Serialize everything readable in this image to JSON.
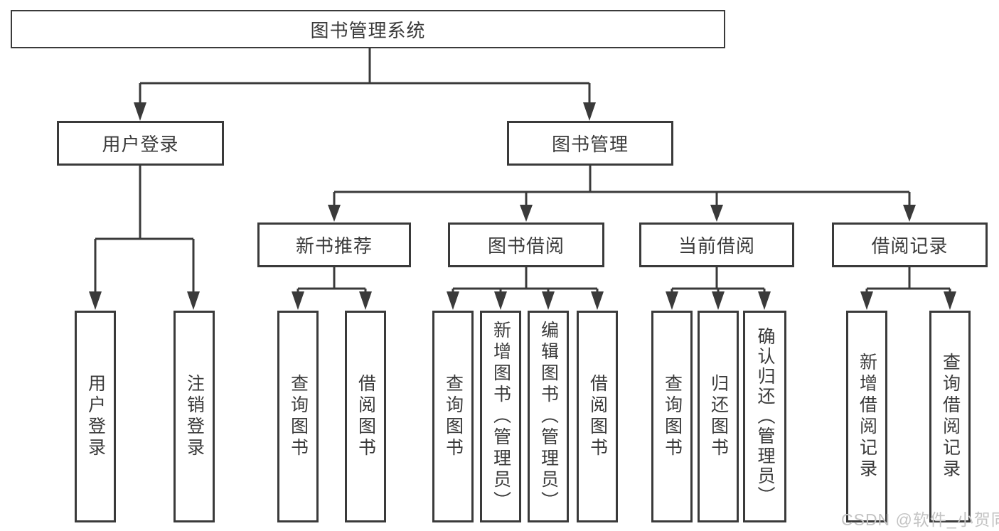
{
  "title": "图书管理系统",
  "watermark": "CSDN @软件_小贺同学",
  "colors": {
    "line": "#3a3a3a",
    "text": "#3a3a3a",
    "box_background": "#ffffff",
    "watermark": "#c3c3c3",
    "background": "#ffffff"
  },
  "tree": {
    "root": {
      "label": "图书管理系统"
    },
    "branches": [
      {
        "label": "用户登录",
        "children": [
          {
            "label": "用户登录"
          },
          {
            "label": "注销登录"
          }
        ]
      },
      {
        "label": "图书管理",
        "children": [
          {
            "label": "新书推荐",
            "children": [
              {
                "label": "查询图书"
              },
              {
                "label": "借阅图书"
              }
            ]
          },
          {
            "label": "图书借阅",
            "children": [
              {
                "label": "查询图书"
              },
              {
                "label": "新增图书（管理员）"
              },
              {
                "label": "编辑图书（管理员）"
              },
              {
                "label": "借阅图书"
              }
            ]
          },
          {
            "label": "当前借阅",
            "children": [
              {
                "label": "查询图书"
              },
              {
                "label": "归还图书"
              },
              {
                "label": "确认归还（管理员）"
              }
            ]
          },
          {
            "label": "借阅记录",
            "children": [
              {
                "label": "新增借阅记录"
              },
              {
                "label": "查询借阅记录"
              }
            ]
          }
        ]
      }
    ]
  }
}
